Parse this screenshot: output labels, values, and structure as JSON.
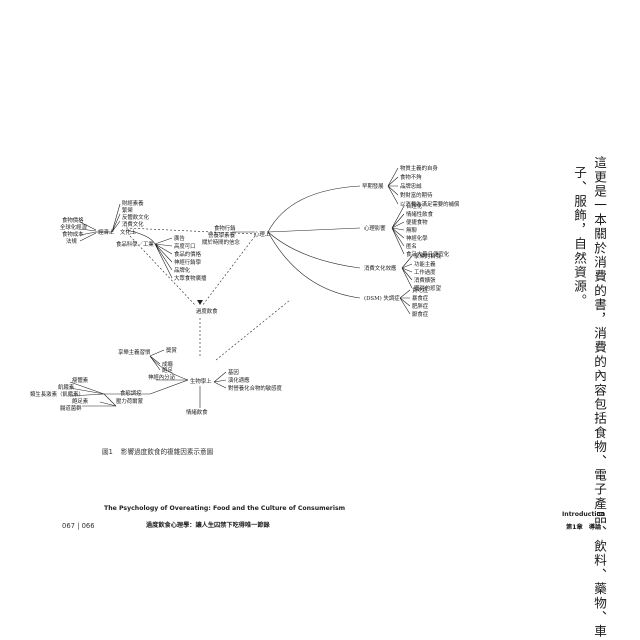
{
  "diagram": {
    "center_node": "過度飲食",
    "left_top_hub": "經濟上",
    "left_top_sub": "文化上",
    "left_top_items": [
      "食物價格",
      "全球化經濟",
      "食物成本",
      "法規"
    ],
    "culture_items": [
      "財經素養",
      "繁榮",
      "反體飲文化",
      "消費文化"
    ],
    "food_science_label": "食品科學／工業",
    "food_science_items": [
      "廣告",
      "高度可口",
      "食品的價格",
      "神經行銷學",
      "品牌化",
      "大眾食物廣播"
    ],
    "food_marketing": [
      "食物行銷",
      "營養學素養",
      "關於時間的信念"
    ],
    "psych_hub": "心理上",
    "early_title": "早期發展",
    "early_items": [
      "物質主義的自身",
      "食物不夠",
      "品牌忠誠",
      "對財富的期待",
      "以消費為滿足需要的補償"
    ],
    "psych_title": "心理影響",
    "psych_items": [
      "合理化",
      "情緒性飲食",
      "便捷食物",
      "無聊",
      "神經化學",
      "匿名",
      "食品大量且便宜化"
    ],
    "consumer_title": "消費文化效應",
    "consumer_items": [
      "享樂的自我",
      "功能主義",
      "工作過度",
      "消費擴張",
      "獲得的慾望"
    ],
    "dsm_title": "(DSM) 失調症",
    "dsm_items": [
      "貪吃症",
      "暴食症",
      "肥胖症",
      "厭食症"
    ],
    "bio_hub": "生物學上",
    "bio_top": "享樂主義習慣",
    "bio_group": [
      "獎賞",
      "成癮",
      "飽足"
    ],
    "bio_neuro": "神經內分泌",
    "bio_right": [
      "基因",
      "演化適應",
      "對營養化合物的敏感度"
    ],
    "bio_left": [
      "瘦體素",
      "飢餓素",
      "類生長激素（飢餓素）",
      "飽足素"
    ],
    "bio_mid": "食慾調控",
    "bio_sub": [
      "壓力荷爾蒙",
      "腸道菌群"
    ],
    "bio_bottom": "情緒飲食"
  },
  "caption": {
    "label": "圖1",
    "text": "影響過度飲食的複雜因素示意圖"
  },
  "footer": {
    "en_title": "The Psychology of Overeating: Food and the Culture of Consumerism",
    "cn_title": "過度飲食心理學：讓人生囚禁下吃得唯一節錄",
    "page_numbers": "067 | 066",
    "right_en": "Introduction",
    "right_cn": "第1章　導論"
  },
  "body_text": {
    "col1": "這更是一本關於消費的書，消費的內容包括食物、電子產品、飲料、藥物、車",
    "col2": "子、服飾，自然資源。"
  }
}
